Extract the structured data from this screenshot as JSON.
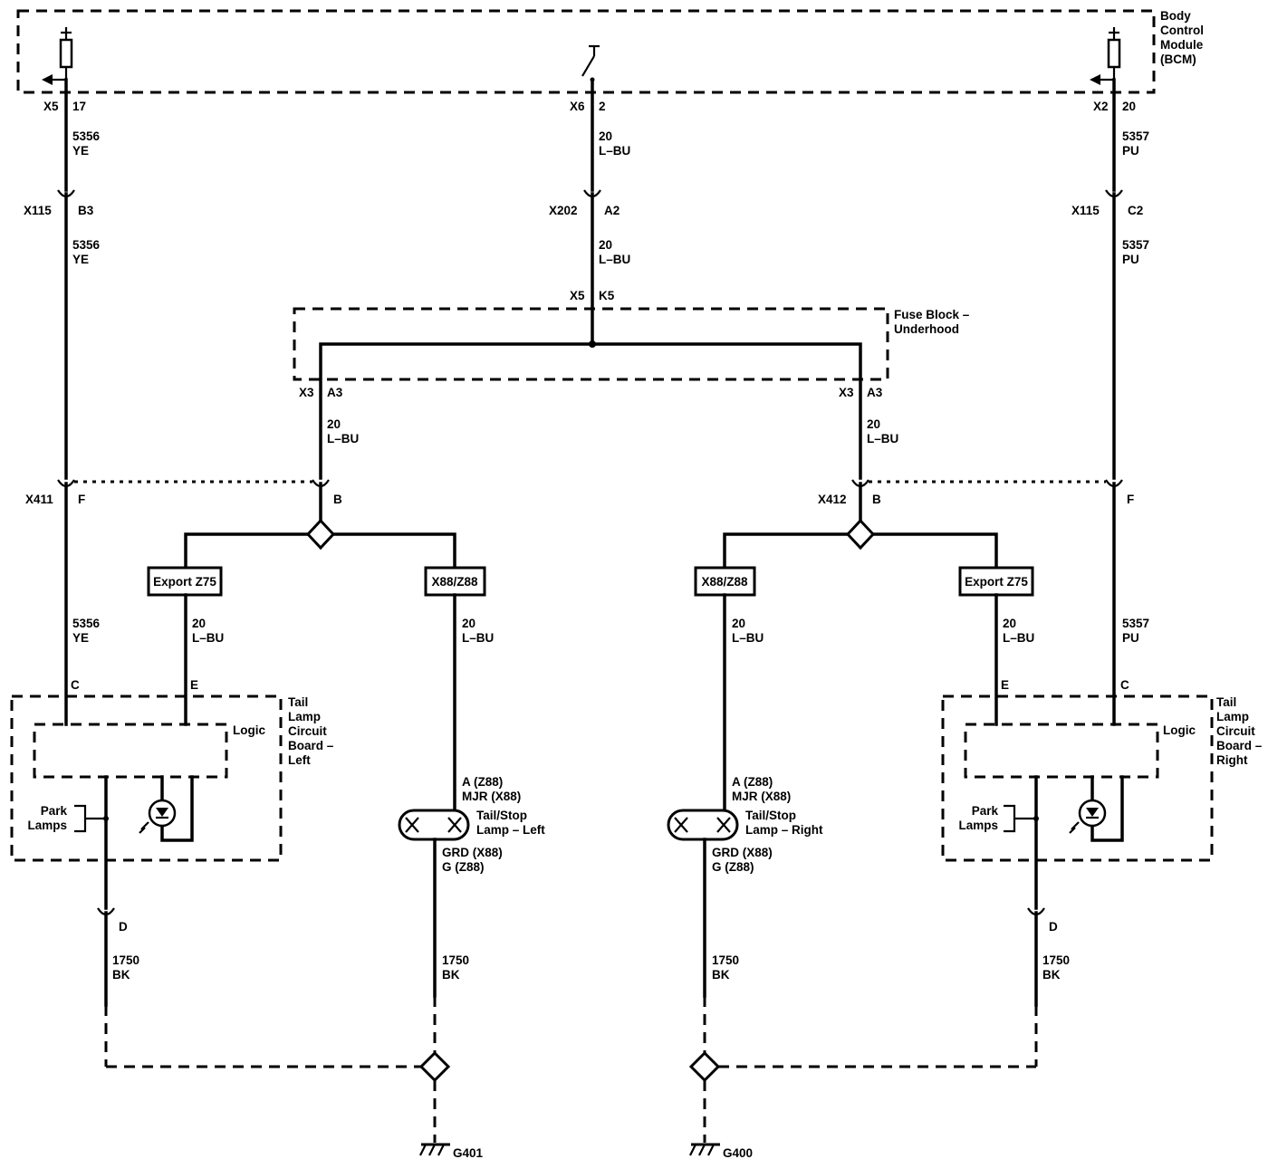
{
  "modules": {
    "bcm": [
      "Body",
      "Control",
      "Module",
      "(BCM)"
    ],
    "fuse_block": [
      "Fuse Block –",
      "Underhood"
    ],
    "tail_left": [
      "Tail",
      "Lamp",
      "Circuit",
      "Board –",
      "Left"
    ],
    "tail_right": [
      "Tail",
      "Lamp",
      "Circuit",
      "Board –",
      "Right"
    ],
    "logic": "Logic",
    "park_lamps": [
      "Park",
      "Lamps"
    ]
  },
  "bcm_pins": {
    "left": {
      "connector": "X5",
      "pin": "17"
    },
    "center": {
      "connector": "X6",
      "pin": "2"
    },
    "right": {
      "connector": "X2",
      "pin": "20"
    }
  },
  "wires": {
    "yellow": {
      "circuit": "5356",
      "color": "YE"
    },
    "purple": {
      "circuit": "5357",
      "color": "PU"
    },
    "blue": {
      "circuit": "20",
      "color": "L–BU"
    },
    "ground": {
      "circuit": "1750",
      "color": "BK"
    }
  },
  "connectors": {
    "x115_left": {
      "connector": "X115",
      "pin": "B3"
    },
    "x202": {
      "connector": "X202",
      "pin": "A2"
    },
    "x115_right": {
      "connector": "X115",
      "pin": "C2"
    },
    "fuse_in": {
      "connector": "X5",
      "pin": "K5"
    },
    "fuse_out_left": {
      "connector": "X3",
      "pin": "A3"
    },
    "fuse_out_right": {
      "connector": "X3",
      "pin": "A3"
    },
    "x411": {
      "connector": "X411",
      "pin_f": "F",
      "pin_b": "B"
    },
    "x412": {
      "connector": "X412",
      "pin_b": "B",
      "pin_f": "F"
    },
    "pin_c": "C",
    "pin_e": "E",
    "pin_d": "D"
  },
  "options": {
    "export": "Export Z75",
    "x88": "X88/Z88"
  },
  "lamps": {
    "left": {
      "name": [
        "Tail/Stop",
        "Lamp – Left"
      ],
      "top_pins": [
        "A (Z88)",
        "MJR (X88)"
      ],
      "bottom_pins": [
        "GRD (X88)",
        "G (Z88)"
      ]
    },
    "right": {
      "name": [
        "Tail/Stop",
        "Lamp – Right"
      ],
      "top_pins": [
        "A (Z88)",
        "MJR (X88)"
      ],
      "bottom_pins": [
        "GRD (X88)",
        "G (Z88)"
      ]
    }
  },
  "grounds": {
    "left": "G401",
    "right": "G400"
  }
}
